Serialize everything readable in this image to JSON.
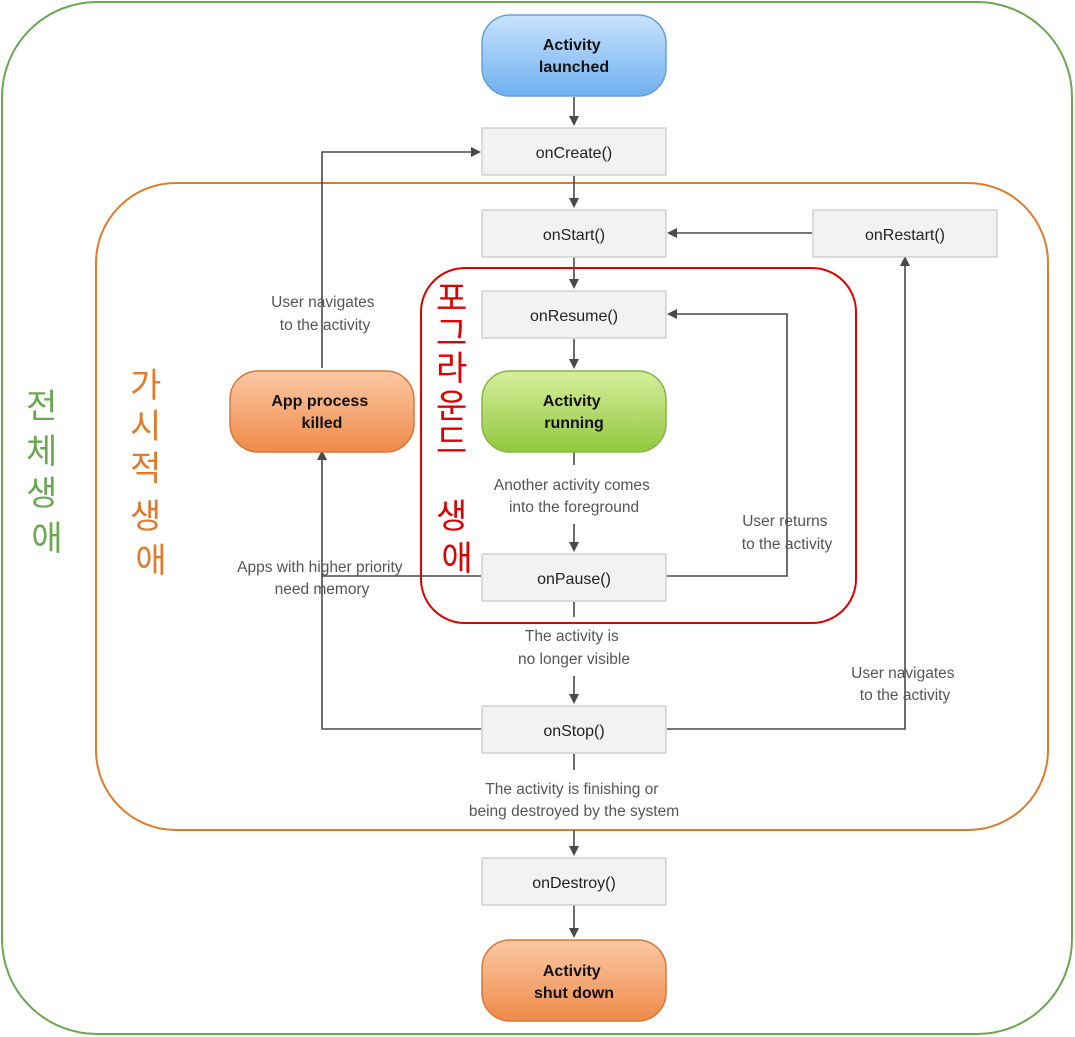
{
  "regions": {
    "entire_lifetime": {
      "label": [
        "전",
        "체",
        " ",
        "생",
        "애"
      ],
      "color": "#6aa84f"
    },
    "visible_lifetime": {
      "label": [
        "가",
        "시",
        "적",
        " ",
        "생",
        "애"
      ],
      "color": "#e07b2a"
    },
    "foreground_lifetime": {
      "label": [
        "포",
        "그",
        "라",
        "운",
        "드",
        " ",
        "생",
        "애"
      ],
      "color": "#e00000"
    }
  },
  "states": {
    "launched": [
      "Activity",
      "launched"
    ],
    "running": [
      "Activity",
      "running"
    ],
    "killed": [
      "App process",
      "killed"
    ],
    "shutdown": [
      "Activity",
      "shut down"
    ]
  },
  "callbacks": {
    "create": "onCreate()",
    "start": "onStart()",
    "restart": "onRestart()",
    "resume": "onResume()",
    "pause": "onPause()",
    "stop": "onStop()",
    "destroy": "onDestroy()"
  },
  "notes": {
    "user_nav_left": [
      "User navigates",
      "to the activity"
    ],
    "another_activity": [
      "Another activity comes",
      "into the foreground"
    ],
    "user_returns": [
      "User returns",
      "to the activity"
    ],
    "apps_priority": [
      "Apps with higher priority",
      "need memory"
    ],
    "no_longer_visible": [
      "The activity is",
      "no longer visible"
    ],
    "user_nav_right": [
      "User navigates",
      "to the activity"
    ],
    "finishing": [
      "The activity is finishing or",
      "being destroyed by the system"
    ]
  },
  "colors": {
    "box_fill": "#f2f2f2",
    "box_stroke": "#c8c8c8",
    "arrow": "#4a4a4a",
    "blue": "#8fc3f5",
    "green": "#a9d65b",
    "orange": "#f5a06a"
  }
}
